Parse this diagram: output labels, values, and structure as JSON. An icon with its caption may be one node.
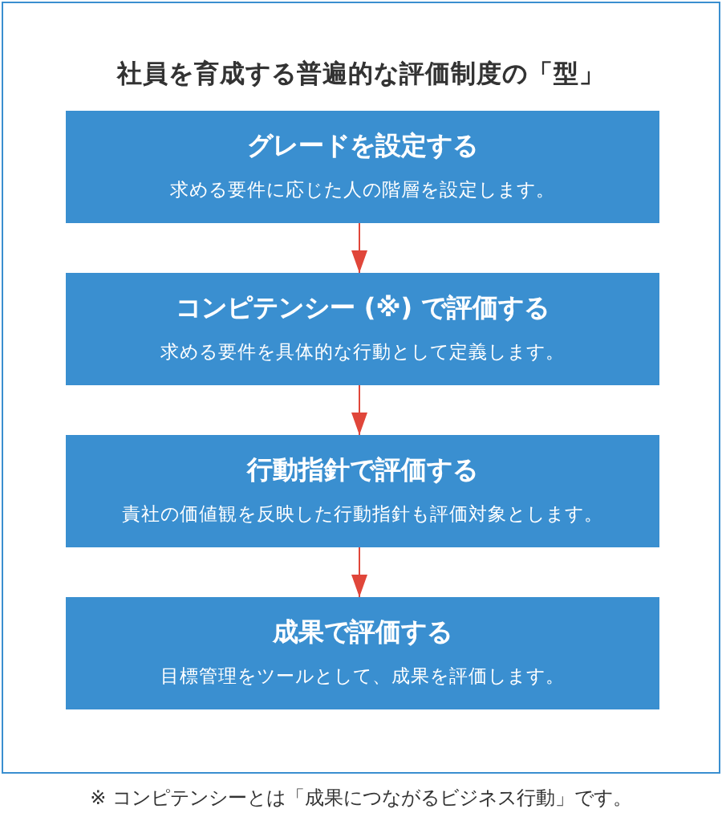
{
  "diagram": {
    "nodes": [
      {
        "text": [
          "社員を育成する普遍的な評価制度の「型」"
        ]
      },
      {
        "text": [
          "グレードを設定する",
          "求める要件に応じた人の階層を設定します。"
        ],
        "in": 0
      },
      {
        "text": [
          "コンピテンシー (※) で評価する",
          "求める要件を具体的な行動として定義します。"
        ],
        "in": 0
      },
      {
        "text": [
          "行動指針で評価する",
          "責社の価値観を反映した行動指針も評価対象とします。"
        ],
        "in": 0
      },
      {
        "text": [
          "成果で評価する",
          "目標管理をツールとして、成果を評価します。"
        ],
        "in": 0
      }
    ],
    "edges": [
      {
        "from": 1,
        "to": 2,
        "arrow": "to"
      },
      {
        "from": 2,
        "to": 3,
        "arrow": "to"
      },
      {
        "from": 3,
        "to": 4,
        "arrow": "to"
      }
    ],
    "labels": [
      "※ コンピテンシーとは「成果につながるビジネス行動」です。"
    ]
  }
}
